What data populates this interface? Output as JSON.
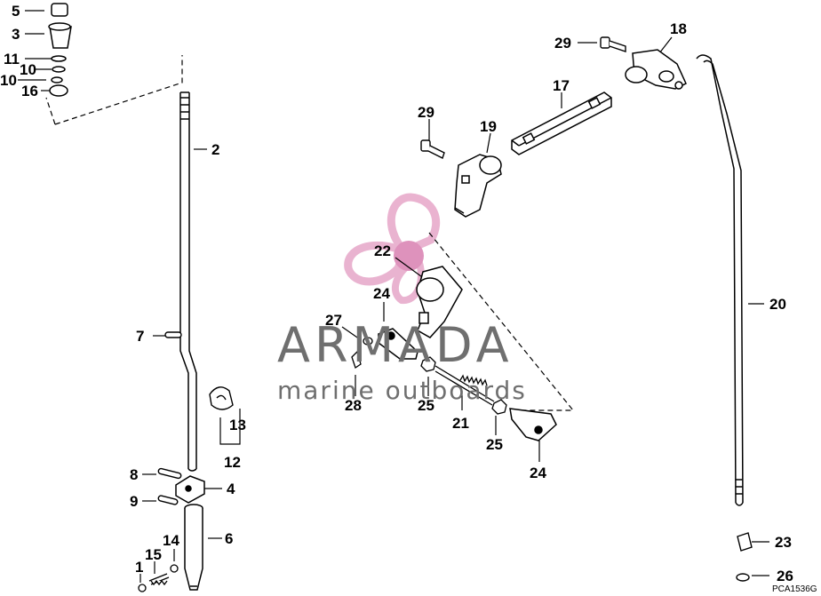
{
  "diagram": {
    "figure_code": "PCA1536G",
    "callouts": [
      {
        "id": "callout-5",
        "text": "5"
      },
      {
        "id": "callout-3",
        "text": "3"
      },
      {
        "id": "callout-11",
        "text": "11"
      },
      {
        "id": "callout-10a",
        "text": "10"
      },
      {
        "id": "callout-10b",
        "text": "10"
      },
      {
        "id": "callout-16",
        "text": "16"
      },
      {
        "id": "callout-2",
        "text": "2"
      },
      {
        "id": "callout-7",
        "text": "7"
      },
      {
        "id": "callout-13",
        "text": "13"
      },
      {
        "id": "callout-12",
        "text": "12"
      },
      {
        "id": "callout-8",
        "text": "8"
      },
      {
        "id": "callout-4",
        "text": "4"
      },
      {
        "id": "callout-9",
        "text": "9"
      },
      {
        "id": "callout-6",
        "text": "6"
      },
      {
        "id": "callout-14",
        "text": "14"
      },
      {
        "id": "callout-15",
        "text": "15"
      },
      {
        "id": "callout-1",
        "text": "1"
      },
      {
        "id": "callout-29a",
        "text": "29"
      },
      {
        "id": "callout-18",
        "text": "18"
      },
      {
        "id": "callout-17",
        "text": "17"
      },
      {
        "id": "callout-29b",
        "text": "29"
      },
      {
        "id": "callout-19",
        "text": "19"
      },
      {
        "id": "callout-20",
        "text": "20"
      },
      {
        "id": "callout-22",
        "text": "22"
      },
      {
        "id": "callout-24a",
        "text": "24"
      },
      {
        "id": "callout-27",
        "text": "27"
      },
      {
        "id": "callout-28",
        "text": "28"
      },
      {
        "id": "callout-25a",
        "text": "25"
      },
      {
        "id": "callout-21",
        "text": "21"
      },
      {
        "id": "callout-25b",
        "text": "25"
      },
      {
        "id": "callout-24b",
        "text": "24"
      },
      {
        "id": "callout-23",
        "text": "23"
      },
      {
        "id": "callout-26",
        "text": "26"
      }
    ]
  },
  "watermark": {
    "brand": "ARMADA",
    "tagline": "marine outboards",
    "color": "#6f6f6f",
    "logo_color": "#e6a6c8",
    "logo_hub_color": "#d97fb1"
  }
}
